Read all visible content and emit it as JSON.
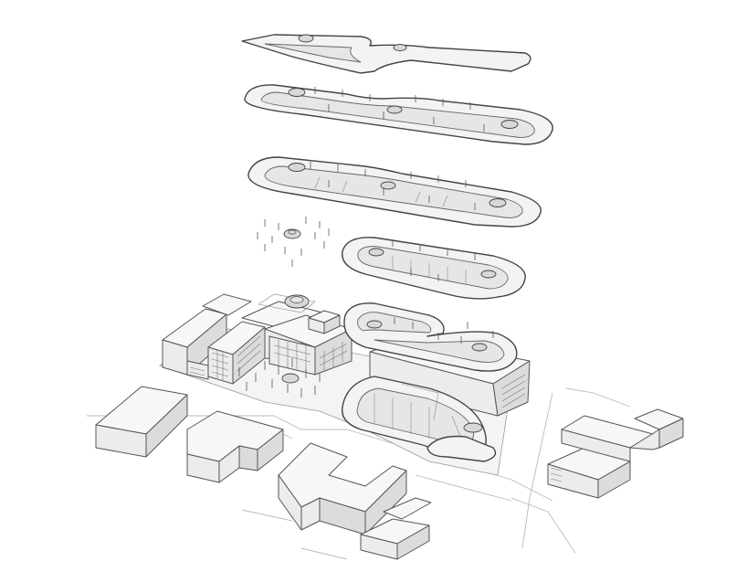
{
  "diagram": {
    "kind": "exploded-axonometric",
    "colors": {
      "background": "#ffffff",
      "line": "#555555",
      "slab": "#f3f3f3",
      "shade": "#dcdcdc"
    },
    "elements": {
      "levels": [
        "roof-slab",
        "level-4",
        "level-3",
        "level-2",
        "level-1"
      ],
      "site": [
        "parking-structure-base",
        "spiral-ramp-level",
        "plaza-lamp-array",
        "context-buildings",
        "ramps-and-cores",
        "lamp-posts"
      ]
    }
  }
}
